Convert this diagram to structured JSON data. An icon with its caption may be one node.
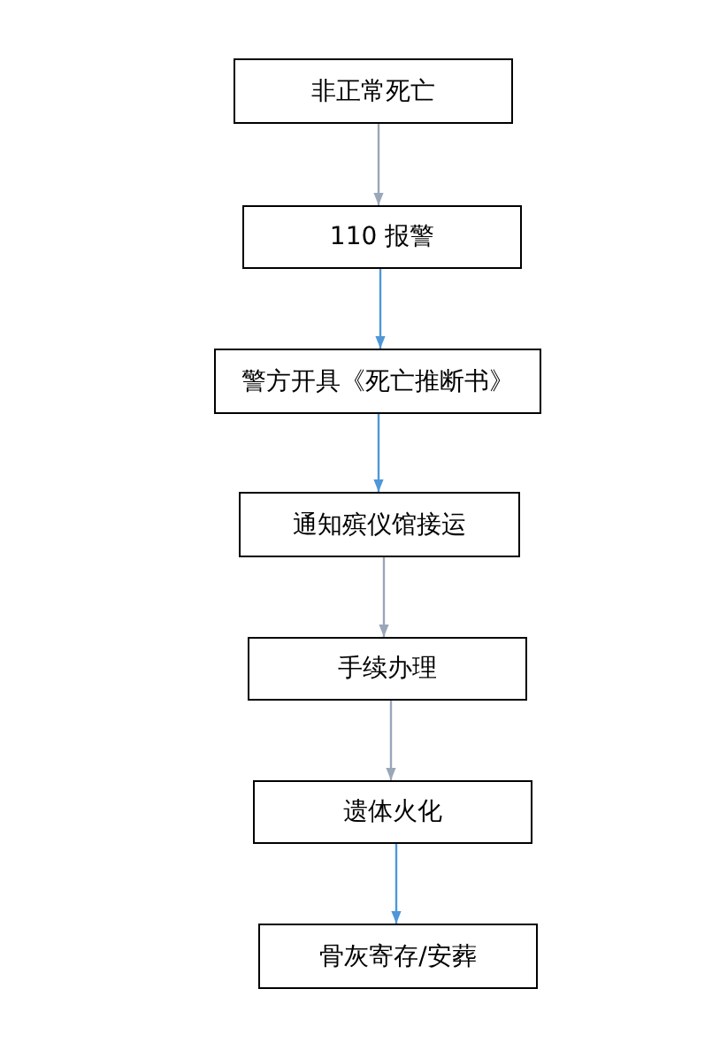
{
  "diagram": {
    "nodes": [
      {
        "text": [
          "非正常死亡"
        ]
      },
      {
        "text": [
          "110 报警"
        ]
      },
      {
        "text": [
          "警方开具《死亡推断书》"
        ]
      },
      {
        "text": [
          "通知殡仪馆接运"
        ]
      },
      {
        "text": [
          "手续办理"
        ]
      },
      {
        "text": [
          "遗体火化"
        ]
      },
      {
        "text": [
          "骨灰寄存/安葬"
        ]
      }
    ],
    "edges": [
      {
        "from": 0,
        "to": 1,
        "arrow": "to"
      },
      {
        "from": 1,
        "to": 2,
        "arrow": "to",
        "color": "#4f97d8"
      },
      {
        "from": 2,
        "to": 3,
        "arrow": "to",
        "color": "#4f97d8"
      },
      {
        "from": 3,
        "to": 4,
        "arrow": "to"
      },
      {
        "from": 4,
        "to": 5,
        "arrow": "to"
      },
      {
        "from": 5,
        "to": 6,
        "arrow": "to",
        "color": "#4f97d8"
      }
    ]
  }
}
